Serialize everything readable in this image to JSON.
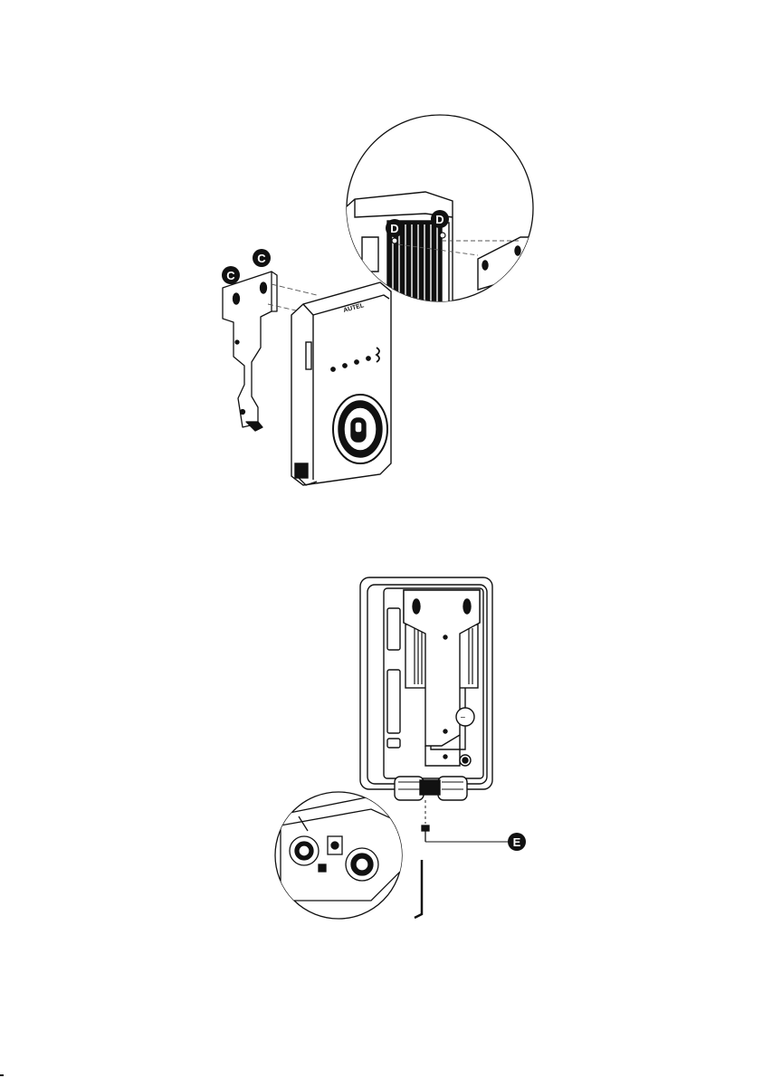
{
  "figure_top": {
    "callout_c_upper": "C",
    "callout_c_lower": "C",
    "callout_d_left": "D",
    "callout_d_right": "D",
    "brand_logo": "AUTEL"
  },
  "figure_bottom": {
    "callout_e": "E"
  },
  "colors": {
    "line": "#111111",
    "fill_dark": "#111111",
    "fill_light": "#ffffff"
  }
}
